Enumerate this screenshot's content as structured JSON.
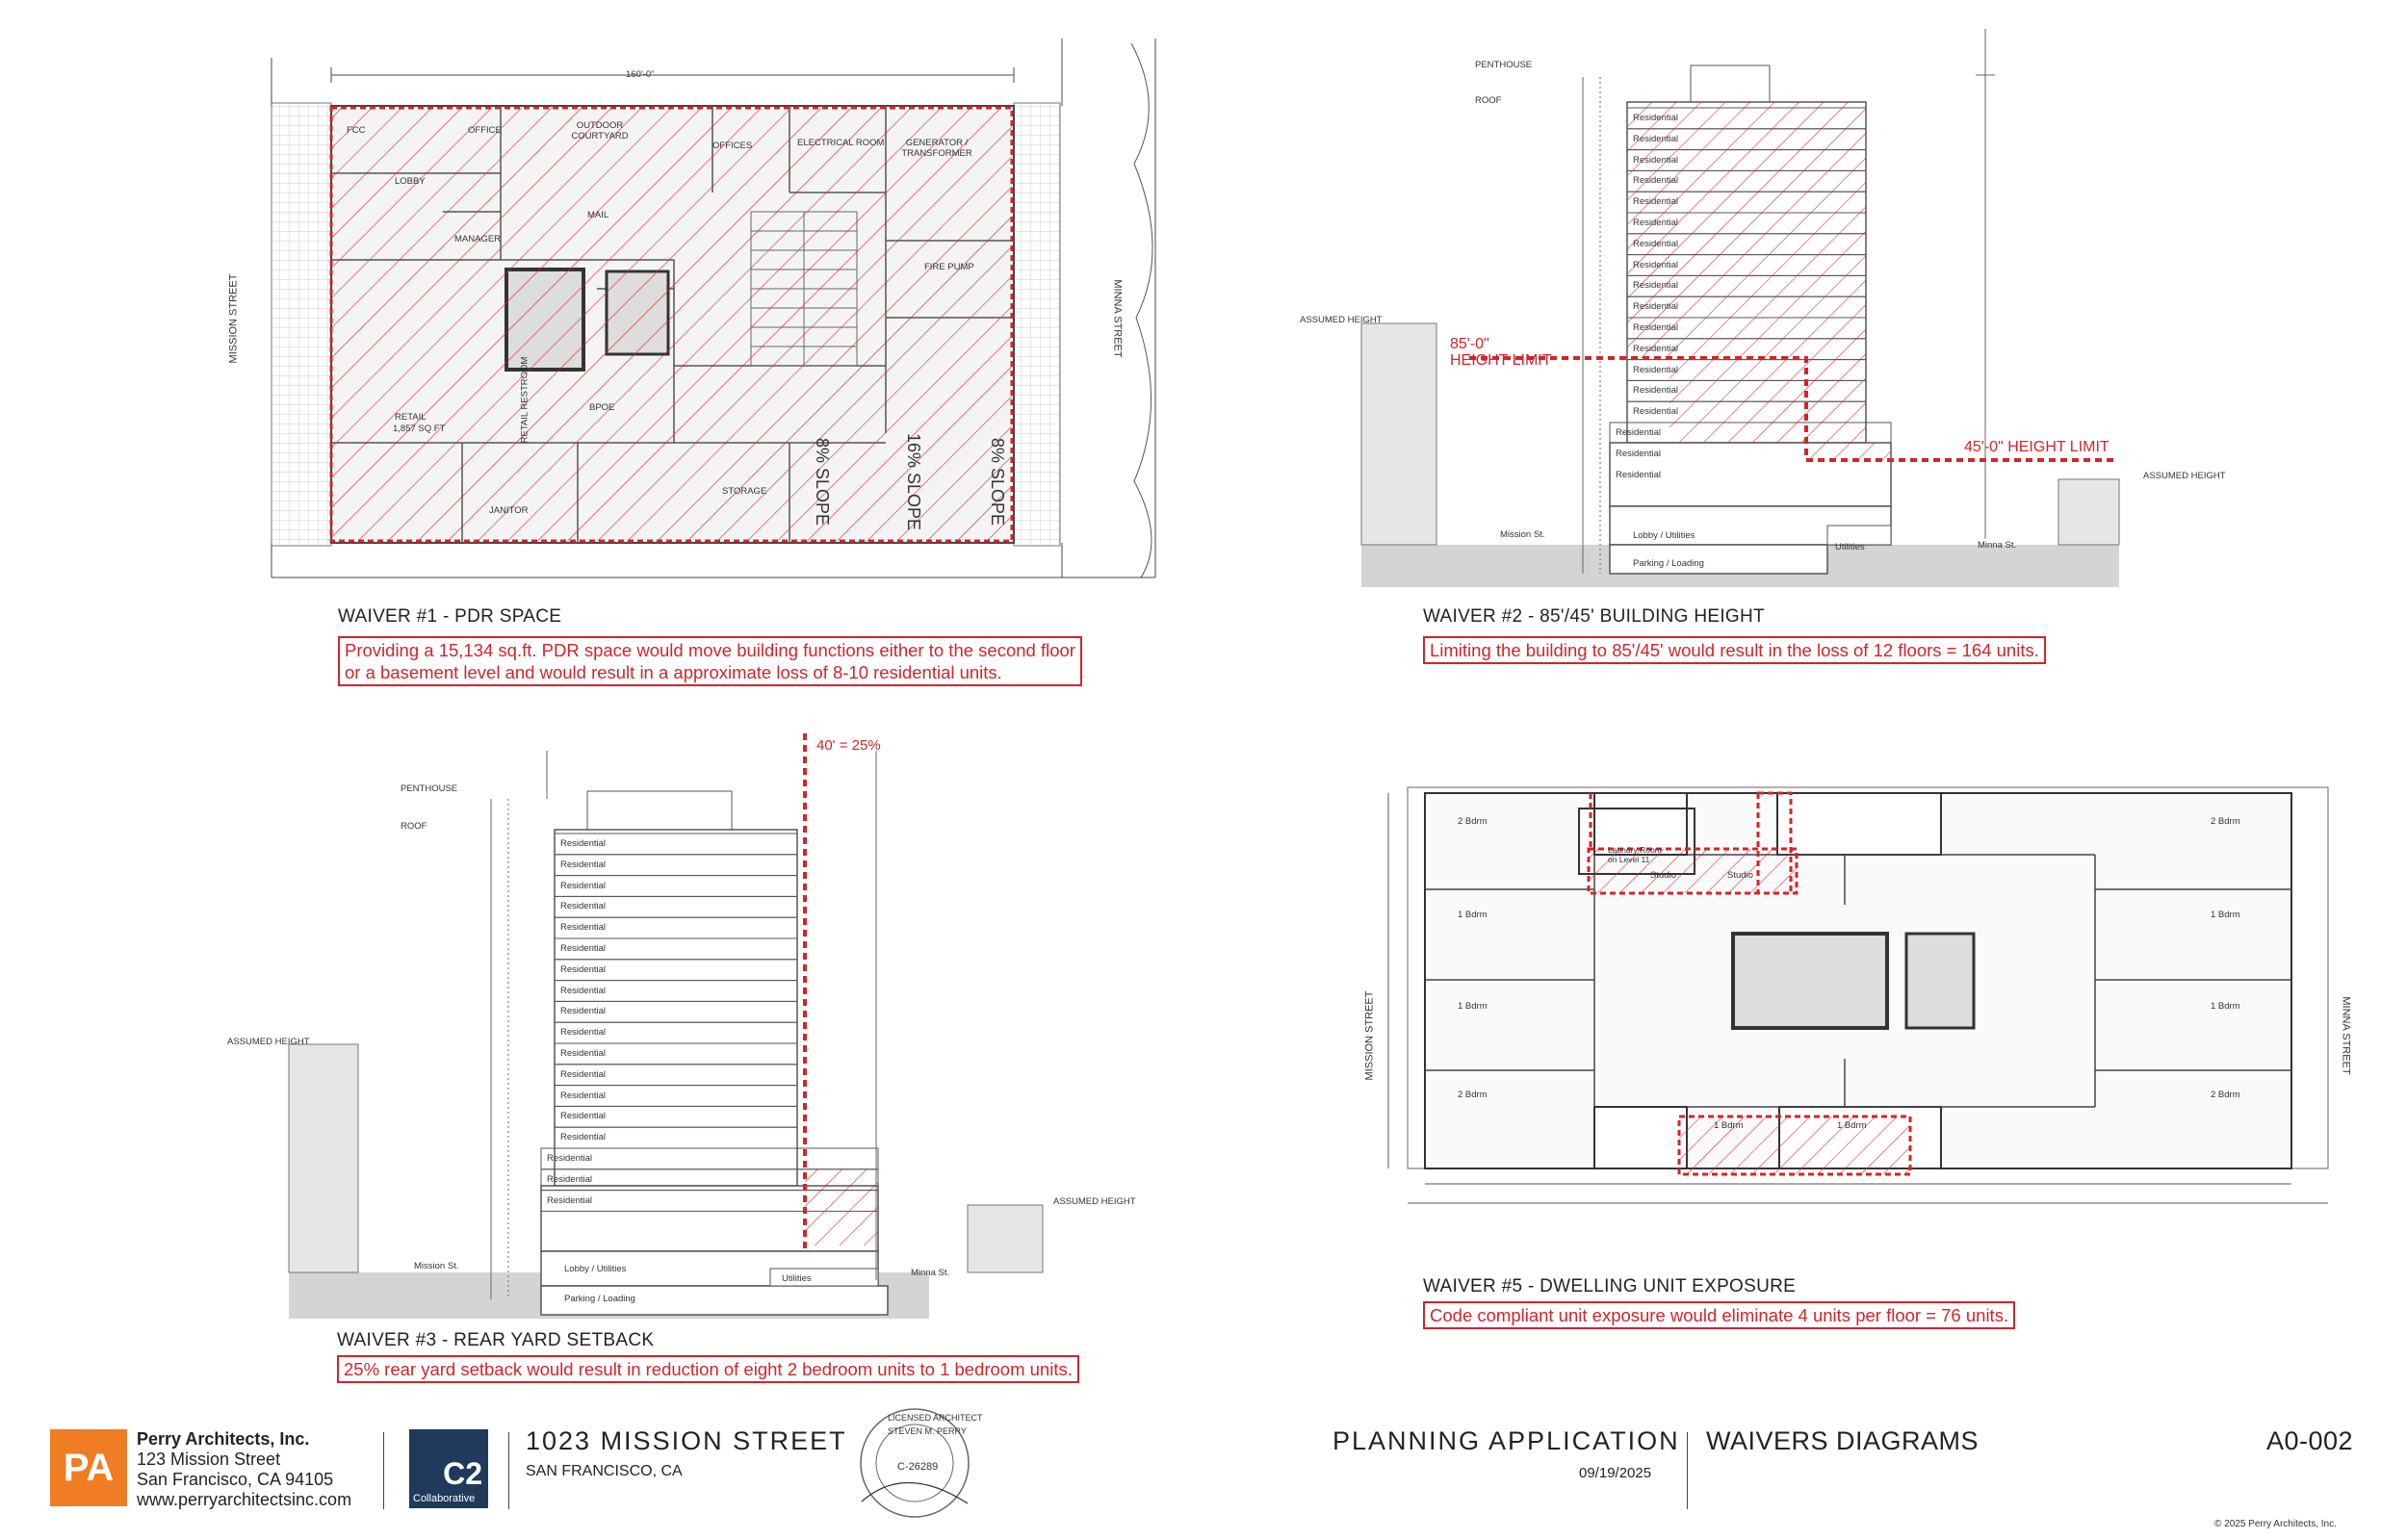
{
  "waivers": [
    {
      "title": "WAIVER #1 - PDR SPACE",
      "desc": [
        "Providing a 15,134 sq.ft. PDR space would move building functions either to the second floor",
        "or a basement level and would result in a approximate loss of 8-10 residential units."
      ]
    },
    {
      "title": "WAIVER #2 - 85'/45' BUILDING HEIGHT",
      "desc": [
        "Limiting the building to 85'/45' would result in the loss of 12 floors = 164 units."
      ]
    },
    {
      "title": "WAIVER #3 - REAR YARD SETBACK",
      "desc": [
        "25% rear yard setback would result in reduction of eight 2 bedroom units to 1 bedroom units."
      ]
    },
    {
      "title": "WAIVER #5 - DWELLING UNIT EXPOSURE",
      "desc": [
        "Code compliant unit exposure would eliminate 4 units per floor = 76 units."
      ]
    }
  ],
  "plan1": {
    "streets": {
      "left": "MISSION STREET",
      "right": "MINNA STREET"
    },
    "rooms": [
      "FCC",
      "OFFICE",
      "OUTDOOR COURTYARD",
      "OFFICES",
      "ELECTRICAL ROOM",
      "GENERATOR / TRANSFORMER",
      "LOBBY",
      "MAIL",
      "MANAGER",
      "FIRE PUMP",
      "RETAIL",
      "1,857 SQ FT",
      "RETAIL RESTROOM",
      "BPOE",
      "JANITOR",
      "STORAGE",
      "8% SLOPE",
      "16% SLOPE",
      "8% SLOPE"
    ]
  },
  "elev2": {
    "levels": [
      "PENTHOUSE",
      "ROOF"
    ],
    "floors": [
      "Residential",
      "Residential",
      "Residential",
      "Residential",
      "Residential",
      "Residential",
      "Residential",
      "Residential",
      "Residential",
      "Residential",
      "Residential",
      "Residential",
      "Residential",
      "Residential",
      "Residential",
      "Residential",
      "Residential",
      "Residential"
    ],
    "lobby": "Lobby / Utilities",
    "utilities": "Utilities",
    "parking": "Parking / Loading",
    "mission": "Mission St.",
    "minna": "Minna St.",
    "assumed": "ASSUMED HEIGHT",
    "limit85": [
      "85'-0\"",
      "HEIGHT LIMIT"
    ],
    "limit45": "45'-0\" HEIGHT LIMIT"
  },
  "elev3": {
    "levels": [
      "PENTHOUSE",
      "ROOF"
    ],
    "floors": [
      "Residential",
      "Residential",
      "Residential",
      "Residential",
      "Residential",
      "Residential",
      "Residential",
      "Residential",
      "Residential",
      "Residential",
      "Residential",
      "Residential",
      "Residential",
      "Residential",
      "Residential",
      "Residential",
      "Residential",
      "Residential"
    ],
    "lobby": "Lobby / Utilities",
    "utilities": "Utilities",
    "parking": "Parking / Loading",
    "mission": "Mission St.",
    "minna": "Minna St.",
    "assumed": "ASSUMED HEIGHT",
    "setback": "40' = 25%"
  },
  "plan5": {
    "streets": {
      "left": "MISSION STREET",
      "right": "MINNA STREET"
    },
    "units": [
      "2 Bdrm",
      "2 Bdrm",
      "1 Bdrm",
      "1 Bdrm",
      "1 Bdrm",
      "1 Bdrm",
      "2 Bdrm",
      "2 Bdrm",
      "Studio",
      "Studio",
      "1 Bdrm",
      "1 Bdrm",
      "Laundry Room on Level 11"
    ]
  },
  "titleblock": {
    "firm": "Perry Architects, Inc.",
    "address1": "123 Mission Street",
    "address2": "San Francisco, CA 94105",
    "web": "www.perryarchitectsinc.com",
    "logo": "PA",
    "c2": "C2",
    "c2sub": "Collaborative",
    "project": "1023 MISSION STREET",
    "city": "SAN FRANCISCO, CA",
    "stamp": [
      "LICENSED ARCHITECT",
      "STEVEN M. PERRY",
      "C-26289"
    ],
    "phase": "PLANNING APPLICATION",
    "date": "09/19/2025",
    "sheet_title": "WAIVERS DIAGRAMS",
    "sheet_no": "A0-002",
    "copyright": "© 2025 Perry Architects, Inc."
  },
  "colors": {
    "accent_red": "#d5232a",
    "logo_orange": "#f07d23",
    "c2_navy": "#1f3a5a"
  }
}
